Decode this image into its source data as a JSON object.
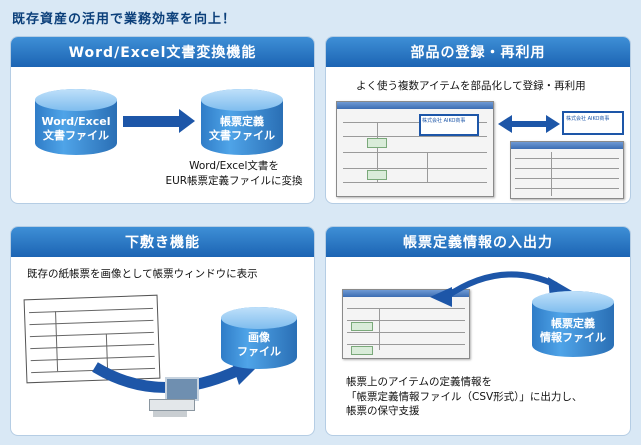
{
  "page_title": "既存資産の活用で業務効率を向上！",
  "panels": {
    "word_excel": {
      "header": "Word/Excel文書変換機能",
      "source_cylinder": "Word/Excel\n文書ファイル",
      "target_cylinder": "帳票定義\n文書ファイル",
      "description_line1": "Word/Excel文書を",
      "description_line2": "EUR帳票定義ファイルに変換"
    },
    "parts": {
      "header": "部品の登録・再利用",
      "description": "よく使う複数アイテムを部品化して登録・再利用",
      "highlight_label": "株式会社 AIKO商事"
    },
    "underlay": {
      "header": "下敷き機能",
      "description": "既存の紙帳票を画像として帳票ウィンドウに表示",
      "cylinder": "画像\nファイル"
    },
    "definition": {
      "header": "帳票定義情報の入出力",
      "cylinder": "帳票定義\n情報ファイル",
      "description_line1": "帳票上のアイテムの定義情報を",
      "description_line2": "「帳票定義情報ファイル（CSV形式）」に出力し、",
      "description_line3": "帳票の保守支援"
    }
  },
  "colors": {
    "header_blue": "#1c64b3",
    "arrow_blue": "#1d56a8",
    "background": "#d9e8f5"
  }
}
